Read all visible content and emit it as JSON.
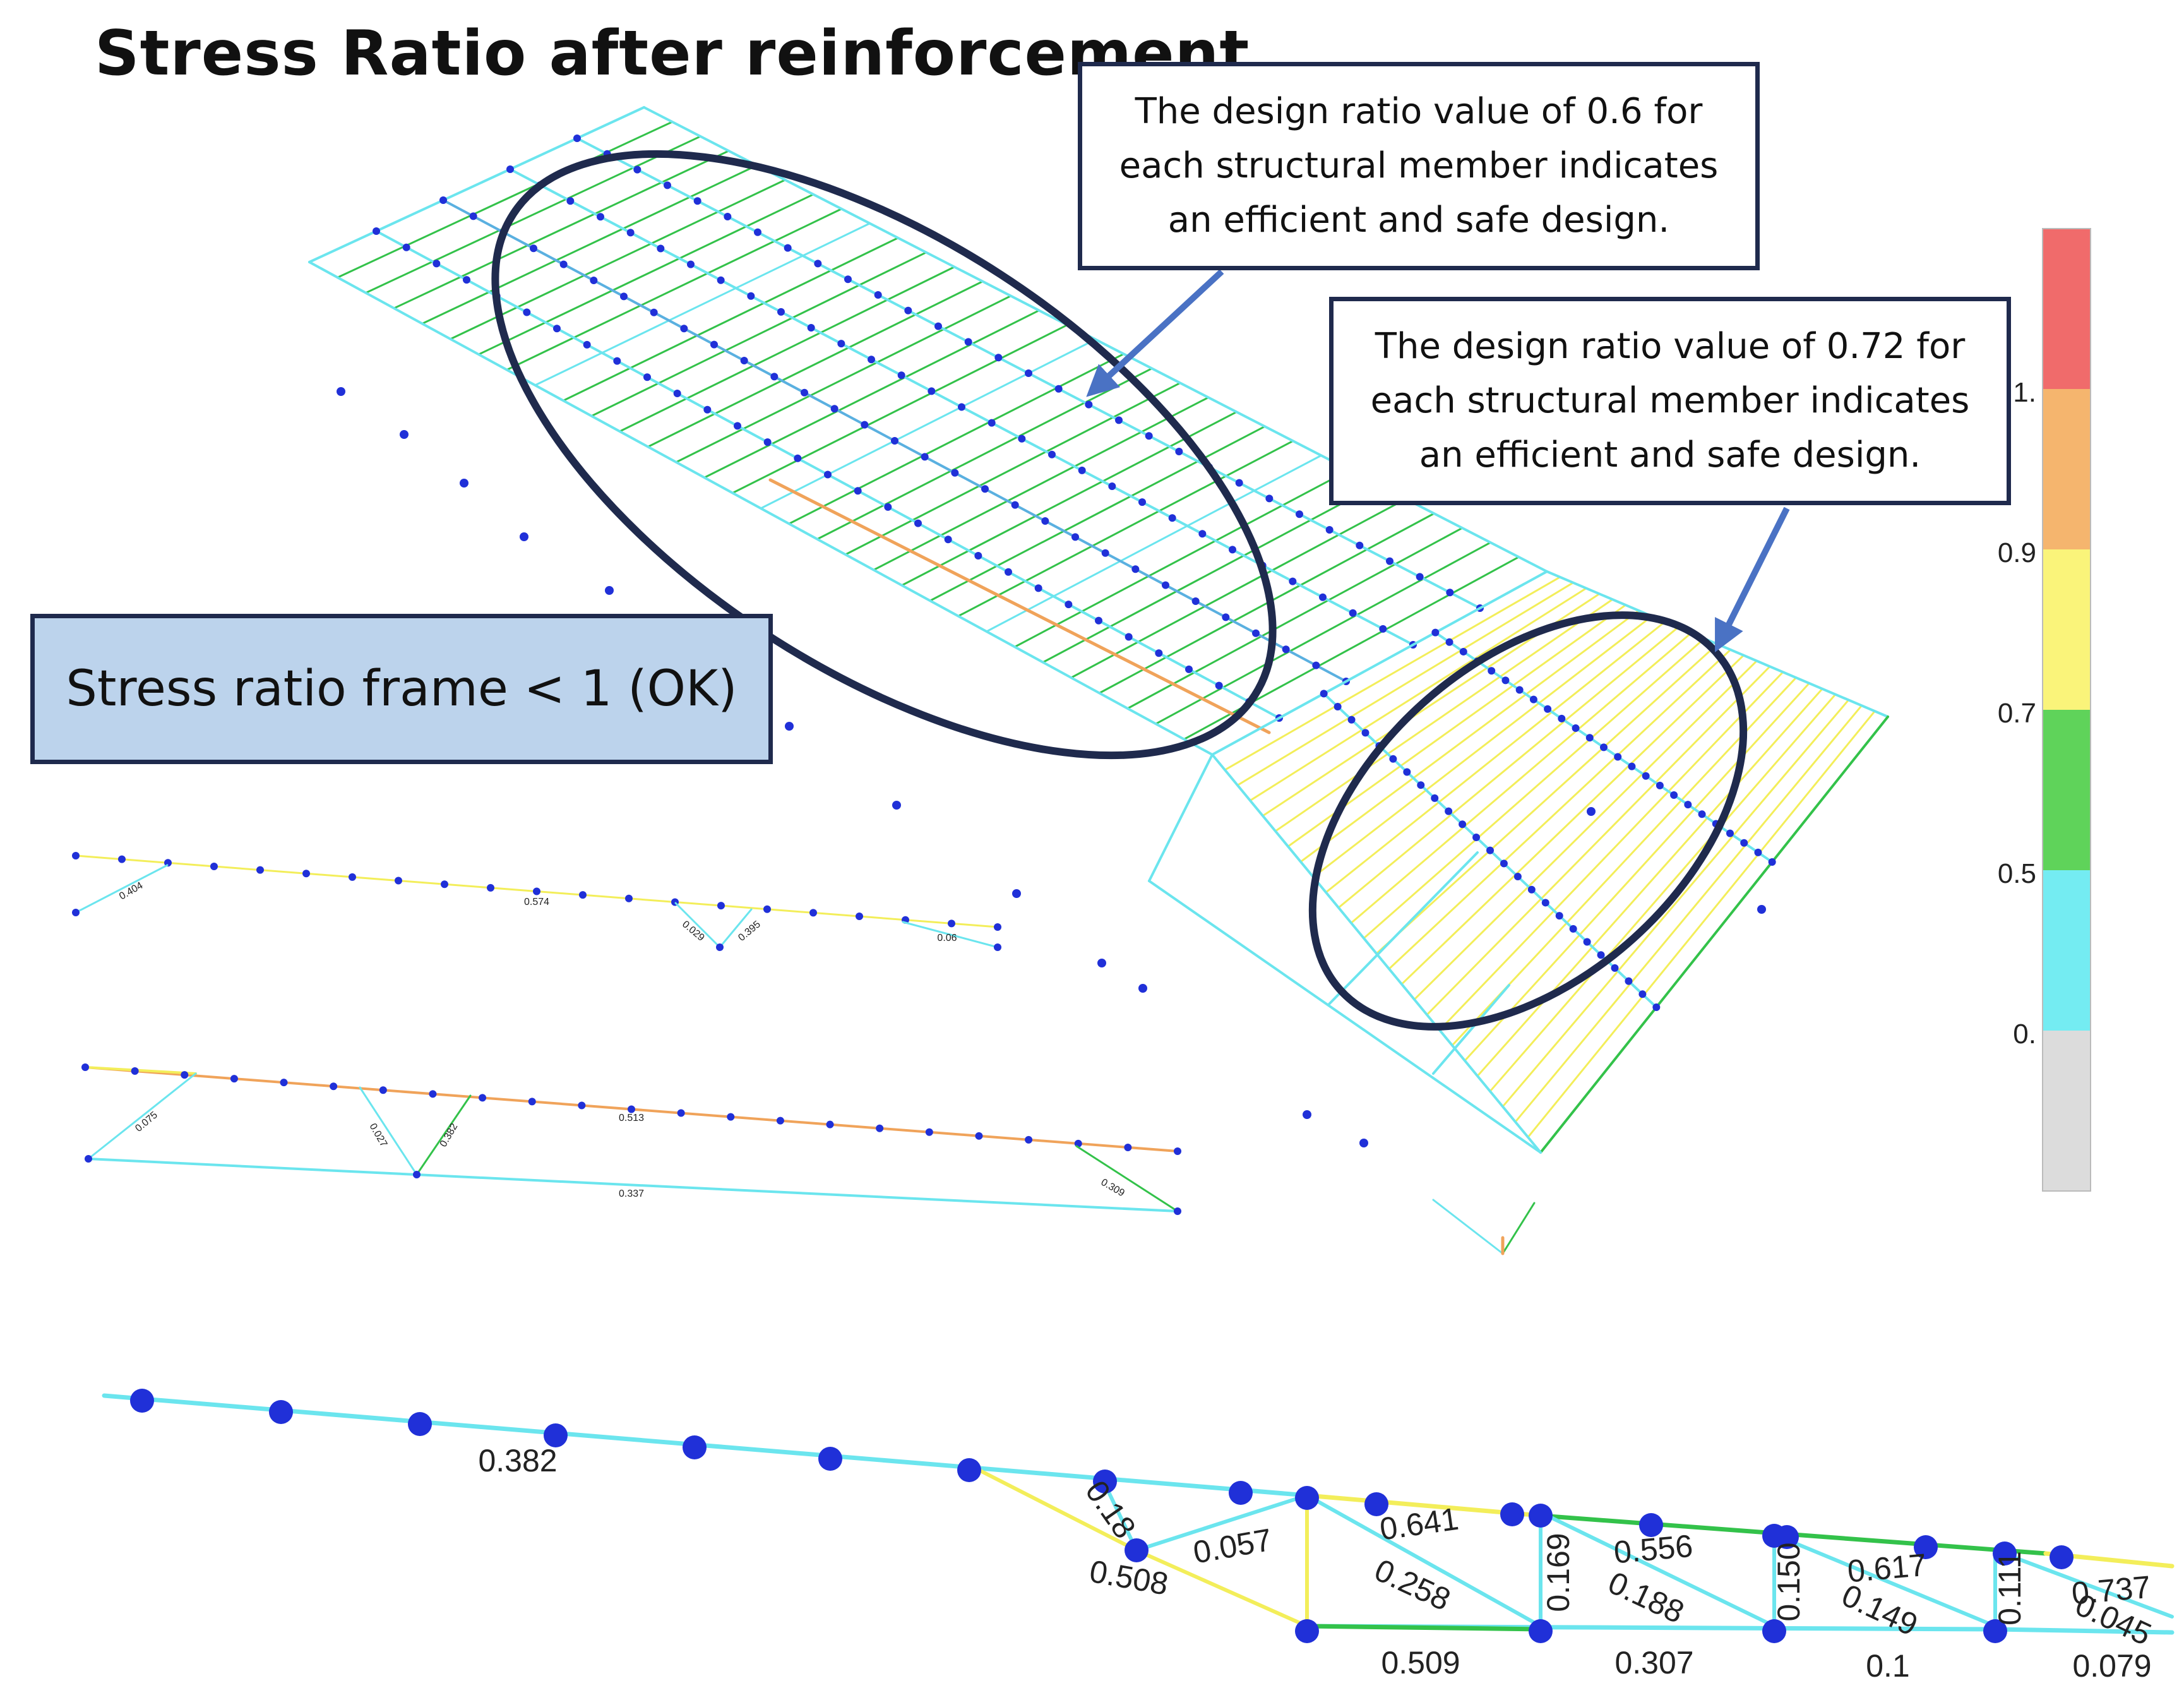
{
  "title": "Stress Ratio after reinforcement",
  "callouts": {
    "left": {
      "line1": "The design ratio value of 0.6 for",
      "line2": "each structural member indicates",
      "line3": "an efficient and safe design."
    },
    "right": {
      "line1": "The design ratio value of 0.72 for",
      "line2": "each structural member indicates",
      "line3": "an efficient and safe design."
    }
  },
  "ok_box": "Stress ratio frame < 1 (OK)",
  "legend": {
    "labels": [
      "1.",
      "0.9",
      "0.7",
      "0.5",
      "0."
    ],
    "colors": [
      "#f06b6b",
      "#f5b56e",
      "#faf47a",
      "#5fd35a",
      "#74ecf2",
      "#dcdcdc"
    ]
  },
  "truss_small_1": {
    "labels": [
      "0.404",
      "0.574",
      "0.029",
      "0.395",
      "0.06"
    ]
  },
  "truss_small_2": {
    "labels": [
      "0.075",
      "0.027",
      "0.382",
      "0.513",
      "0.309",
      "0.337"
    ]
  },
  "truss_large": {
    "top_labels": [
      "0.382",
      "0.18",
      "0.508",
      "0.057",
      "0.641",
      "0.556",
      "0.617",
      "0.737"
    ],
    "diag_labels": [
      "0.258",
      "0.188",
      "0.149",
      "0.045"
    ],
    "vertical_labels": [
      "0.169",
      "0.150",
      "0.111"
    ],
    "bottom_labels": [
      "0.509",
      "0.307",
      "0.1",
      "0.079"
    ]
  },
  "colors": {
    "cyan": "#6be5ee",
    "green": "#33c24a",
    "yellow": "#f3ee5a",
    "orange": "#f0a35a",
    "node": "#2030d8",
    "frame_outline": "#1f2a4d"
  }
}
